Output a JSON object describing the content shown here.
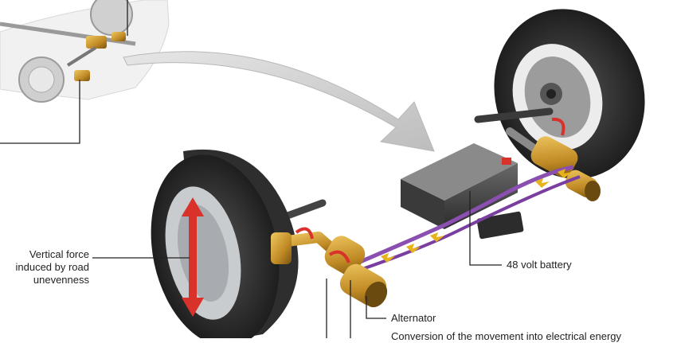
{
  "labels": {
    "vertical_force_line1": "Vertical force",
    "vertical_force_line2": "induced by road",
    "vertical_force_line3": "unevenness",
    "battery": "48 volt battery",
    "alternator": "Alternator",
    "conversion": "Conversion of the movement into electrical energy"
  },
  "colors": {
    "tire": "#2b2b2b",
    "rim": "#b9bcc0",
    "brass": "#c9962a",
    "battery": "#3a3a3a",
    "cable": "#8a4fb0",
    "arrow_red": "#d8322b",
    "flow_arrow": "#c8c8c8",
    "leader": "#222222"
  }
}
